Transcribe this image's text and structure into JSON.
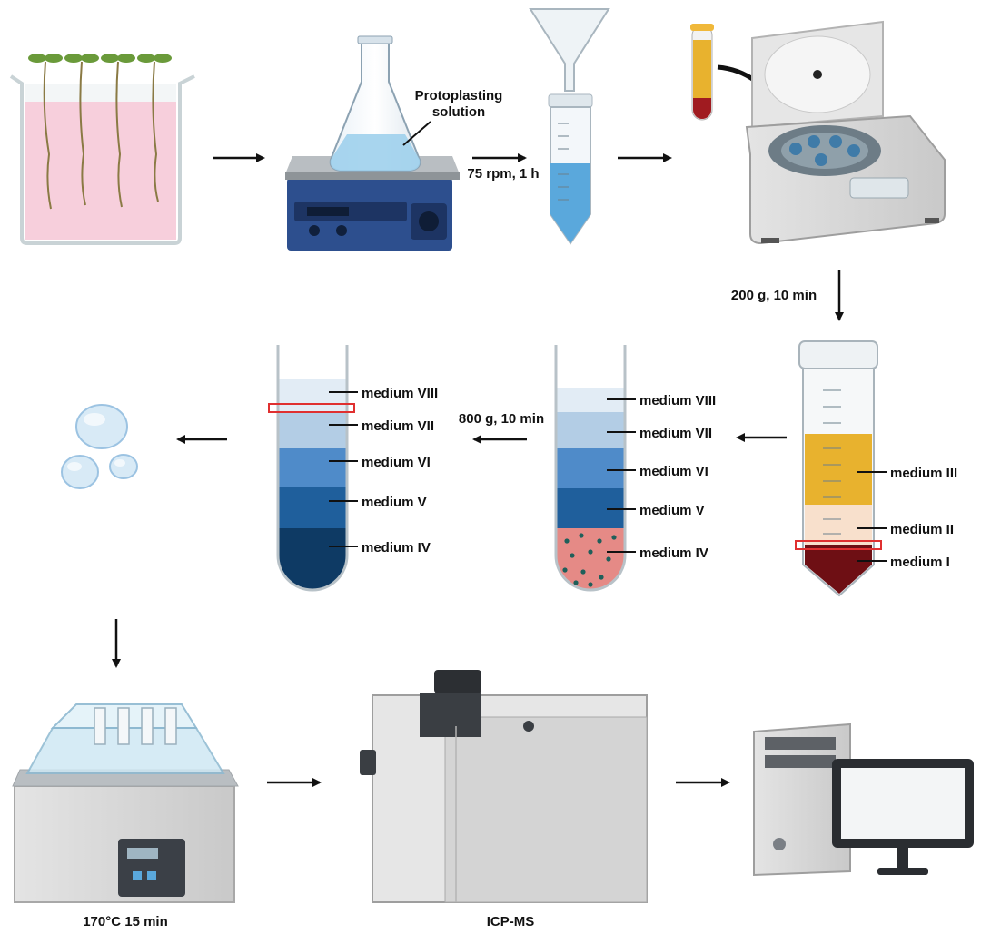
{
  "labels": {
    "protoplasting_line1": "Protoplasting",
    "protoplasting_line2": "solution",
    "shaking": "75 rpm, 1 h",
    "centrifuge1": "200 g, 10 min",
    "centrifuge2": "800 g, 10 min",
    "digestion": "170°C 15 min",
    "instrument": "ICP-MS"
  },
  "media": {
    "tube1": [
      "medium III",
      "medium II",
      "medium I"
    ],
    "tube2": [
      "medium VIII",
      "medium VII",
      "medium VI",
      "medium V",
      "medium IV"
    ],
    "tube3": [
      "medium VIII",
      "medium VII",
      "medium VI",
      "medium V",
      "medium IV"
    ]
  },
  "colors": {
    "medium_I": "#6e0f14",
    "medium_II": "#f8e0cc",
    "medium_III": "#e8b22e",
    "medium_IV_pellet": "#e58a86",
    "medium_IV_dark": "#0e3a64",
    "medium_V": "#1f5f9c",
    "medium_VI": "#4f8bc9",
    "medium_VII": "#b3cde5",
    "medium_VIII": "#e2ecf5",
    "highlight_box": "#e03030",
    "arrow": "#111111"
  },
  "icons": [
    "seedlings-in-beaker-icon",
    "flask-on-shaker-icon",
    "funnel-tube-icon",
    "blood-tube-icon",
    "centrifuge-icon",
    "protoplast-icon",
    "water-bath-icon",
    "icp-ms-icon",
    "computer-icon"
  ]
}
